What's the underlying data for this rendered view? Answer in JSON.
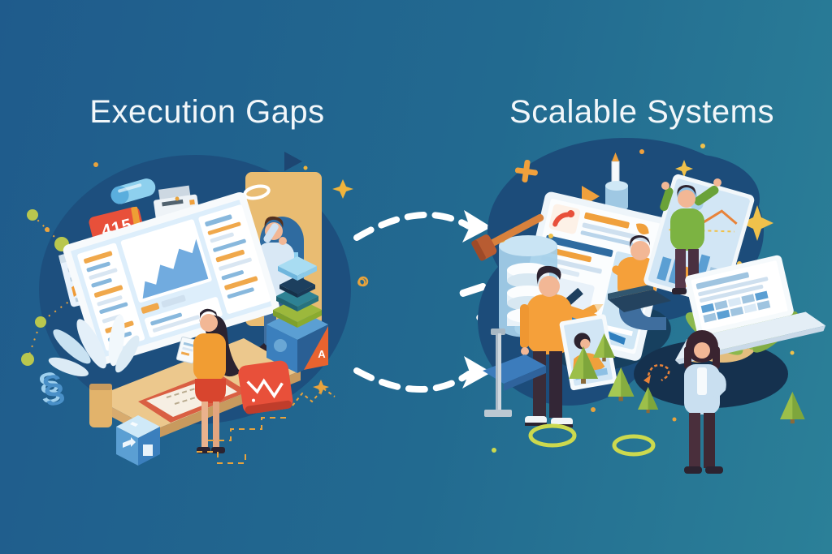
{
  "titles": {
    "left": "Execution Gaps",
    "right": "Scalable Systems"
  },
  "labels": {
    "sign_415": "415",
    "cube_letter": "A"
  },
  "colors": {
    "bg_left": "#1f5b8c",
    "bg_right": "#2b8098",
    "blob": "#1d4f7e",
    "title_text": "#f2f7fa",
    "arrow_white": "#ffffff",
    "accent_orange": "#f0a03c",
    "accent_red": "#e8503a",
    "navy": "#1d3f5e",
    "leaf_green": "#8cb84e",
    "olive": "#b9c74e",
    "panel_blue": "#cfe6f5",
    "desk_tan": "#ecc88d"
  },
  "scene": {
    "left_elements": [
      "network-nodes",
      "pill-capsule",
      "printer",
      "document-folder",
      "calendar",
      "sign-415",
      "arch-bookshelf",
      "halo-ring",
      "thinking-man",
      "dashboard-monitor",
      "desk",
      "desk-document",
      "plant-pot",
      "section-symbol",
      "dice-cube",
      "analyst-woman",
      "clipboard",
      "stacked-platform-cube",
      "declining-chart-sign",
      "dashed-step-path",
      "sparkle-star"
    ],
    "right_elements": [
      "workflow-panel",
      "phone-icon",
      "checkmark",
      "pencil",
      "play-triangle",
      "pencil-beaker",
      "sitting-laptop-man",
      "database-cylinder",
      "mallet",
      "standing-man",
      "photo-card",
      "sign-pole",
      "platform",
      "climbing-person",
      "analytics-board",
      "spreadsheet-laptop",
      "standing-woman",
      "rock-mound",
      "leaf-plant",
      "low-poly-trees",
      "ground-rings",
      "star-sparkles",
      "dashed-squiggle"
    ]
  },
  "arrows": {
    "top": "dashed-curved-arrow-right",
    "bottom": "dashed-curved-arrow-right"
  }
}
